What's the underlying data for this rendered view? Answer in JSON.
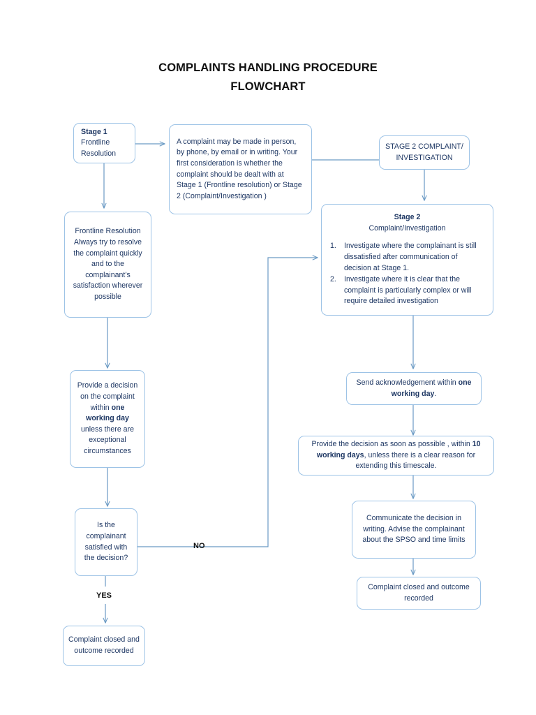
{
  "document": {
    "title_line1": "COMPLAINTS HANDLING PROCEDURE",
    "title_line2": "FLOWCHART"
  },
  "colors": {
    "box_border": "#9DC3E6",
    "box_fill": "#FFFFFF",
    "text": "#1F3864",
    "connector": "#6A9AC4",
    "label_text": "#111111"
  },
  "nodes": {
    "stage1": {
      "heading": "Stage 1",
      "line2": "Frontline",
      "line3": "Resolution"
    },
    "complaint_intake": {
      "text": "A complaint may be made in person, by phone, by email or in writing. Your first consideration is whether the complaint should be dealt with at Stage 1 (Frontline resolution) or Stage 2 (Complaint/Investigation )"
    },
    "stage2_header": {
      "line1": "STAGE 2 COMPLAINT/",
      "line2": "INVESTIGATION"
    },
    "stage2_detail": {
      "heading": "Stage 2",
      "subheading": "Complaint/Investigation",
      "items": [
        {
          "num": "1.",
          "text": "Investigate where the complainant is still dissatisfied after communication of decision at  Stage 1."
        },
        {
          "num": "2.",
          "text": "Investigate where it is clear that the complaint is particularly complex or will require detailed investigation"
        }
      ]
    },
    "frontline_resolution": {
      "text": "Frontline Resolution Always try to resolve the complaint quickly and to the complainant’s satisfaction wherever possible"
    },
    "provide_decision_stage1": {
      "text_before": "Provide a decision on the complaint within ",
      "bold": "one working day",
      "text_after": " unless there are exceptional circumstances"
    },
    "decision_question": {
      "text": "Is the complainant satisfied with the decision?"
    },
    "closed_left": {
      "text": "Complaint closed and outcome recorded"
    },
    "send_acknowledgement": {
      "text_before": "Send acknowledgement within ",
      "bold": "one working day",
      "text_after": "."
    },
    "provide_decision_stage2": {
      "text_before": "Provide the decision as soon as possible , within ",
      "bold": "10 working days",
      "text_after": ", unless there is a clear reason for extending this timescale."
    },
    "communicate_decision": {
      "text": "Communicate the decision in writing. Advise the complainant about the SPSO and time limits"
    },
    "closed_right": {
      "text": "Complaint closed and outcome recorded"
    }
  },
  "edge_labels": {
    "no": "NO",
    "yes": "YES"
  }
}
